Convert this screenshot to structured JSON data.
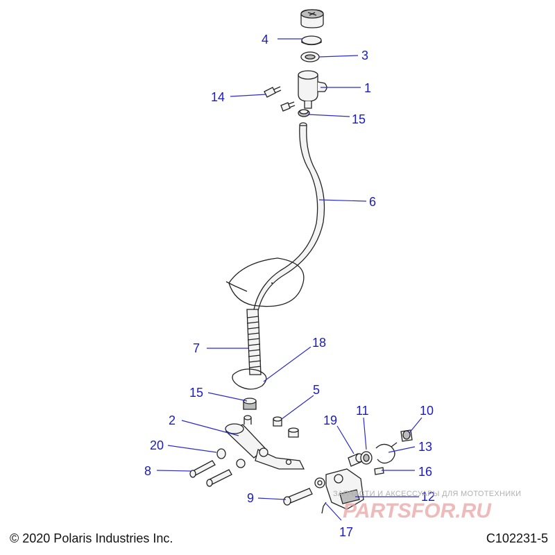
{
  "footer": {
    "copyright": "© 2020 Polaris Industries Inc.",
    "figure_id": "C102231-5"
  },
  "watermark": {
    "text": "ЗАПЧАСТИ И АКСЕССУАРЫ ДЛЯ МОТОТЕХНИКИ",
    "logo": "PARTSFOR.RU"
  },
  "callouts": [
    {
      "id": "1",
      "label": "1"
    },
    {
      "id": "2",
      "label": "2"
    },
    {
      "id": "3",
      "label": "3"
    },
    {
      "id": "4",
      "label": "4"
    },
    {
      "id": "5",
      "label": "5"
    },
    {
      "id": "6",
      "label": "6"
    },
    {
      "id": "7",
      "label": "7"
    },
    {
      "id": "8",
      "label": "8"
    },
    {
      "id": "9",
      "label": "9"
    },
    {
      "id": "10",
      "label": "10"
    },
    {
      "id": "11",
      "label": "11"
    },
    {
      "id": "12",
      "label": "12"
    },
    {
      "id": "13",
      "label": "13"
    },
    {
      "id": "14",
      "label": "14"
    },
    {
      "id": "15a",
      "label": "15"
    },
    {
      "id": "15b",
      "label": "15"
    },
    {
      "id": "16",
      "label": "16"
    },
    {
      "id": "17",
      "label": "17"
    },
    {
      "id": "18",
      "label": "18"
    },
    {
      "id": "19",
      "label": "19"
    },
    {
      "id": "20",
      "label": "20"
    }
  ],
  "colors": {
    "callout": "#1a1ac8",
    "leader": "#2a2ad0",
    "watermark_logo": "#e9a3a3"
  }
}
